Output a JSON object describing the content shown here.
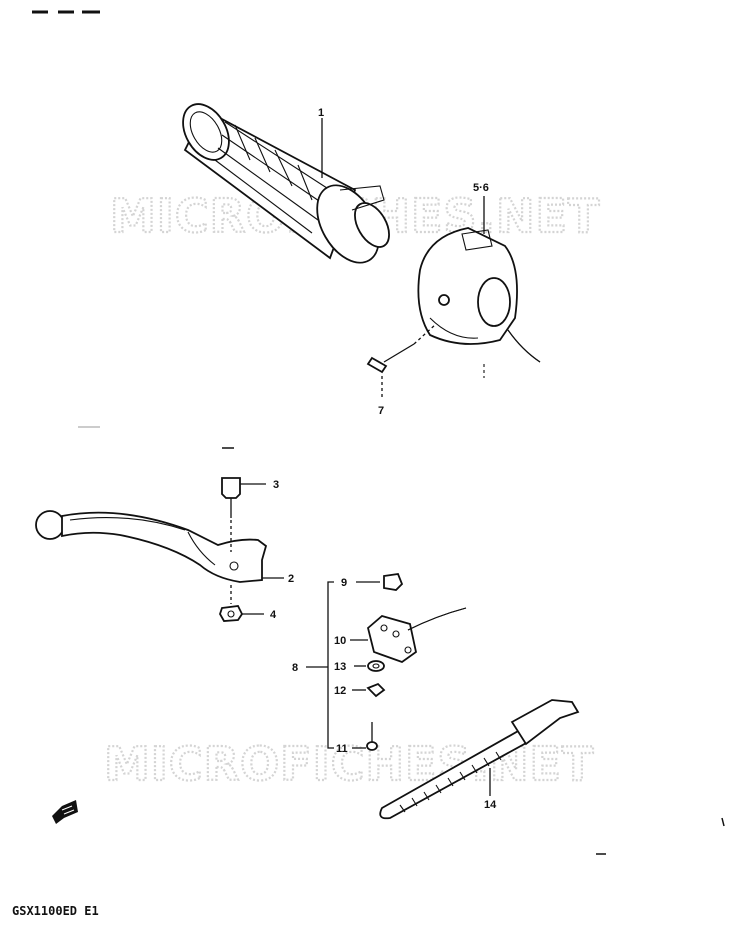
{
  "watermarks": [
    "MICROFICHES.NET",
    "MICROFICHES.NET"
  ],
  "diagram_code": "GSX1100ED E1",
  "callouts": [
    {
      "id": "grip",
      "label": "1"
    },
    {
      "id": "lever",
      "label": "2"
    },
    {
      "id": "bolt",
      "label": "3"
    },
    {
      "id": "nut",
      "label": "4"
    },
    {
      "id": "switch",
      "label": "5·6"
    },
    {
      "id": "screw",
      "label": "7"
    },
    {
      "id": "switch-assy",
      "label": "8"
    },
    {
      "id": "clip",
      "label": "9"
    },
    {
      "id": "stop-switch",
      "label": "10"
    },
    {
      "id": "small-screw",
      "label": "11"
    },
    {
      "id": "lock-washer",
      "label": "12"
    },
    {
      "id": "washer",
      "label": "13"
    },
    {
      "id": "cable-tie",
      "label": "14"
    }
  ]
}
